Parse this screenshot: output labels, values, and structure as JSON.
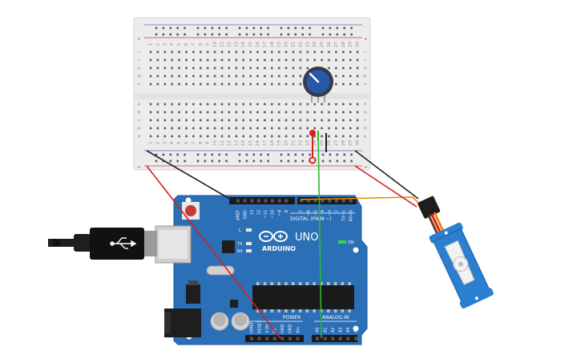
{
  "colors": {
    "board": "#2b6fb6",
    "board_dark": "#1f5a99",
    "breadboard": "#ececec",
    "rail_red": "#d23b3b",
    "rail_blue": "#5b6fb8",
    "wire_red": "#d81f1f",
    "wire_black": "#222222",
    "wire_green": "#2db82d",
    "wire_orange": "#f08a00",
    "servo_body": "#2a7fd0",
    "pot_blue": "#2a58a8"
  },
  "breadboard": {
    "row_letters_top": [
      "j",
      "i",
      "h",
      "g",
      "f"
    ],
    "row_letters_bottom": [
      "e",
      "d",
      "c",
      "b",
      "a"
    ],
    "column_numbers": [
      "1",
      "2",
      "3",
      "4",
      "5",
      "6",
      "7",
      "8",
      "9",
      "10",
      "11",
      "12",
      "13",
      "14",
      "15",
      "16",
      "17",
      "18",
      "19",
      "20",
      "21",
      "22",
      "23",
      "24",
      "25",
      "26",
      "27",
      "28",
      "29",
      "30"
    ],
    "plus": "+",
    "minus": "-"
  },
  "arduino": {
    "brand": "ARDUINO",
    "model": "UNO",
    "digital_label": "DIGITAL (PWM ~)",
    "power_label": "POWER",
    "analog_label": "ANALOG IN",
    "on_label": "ON",
    "led_labels": [
      "L",
      "TX",
      "RX"
    ],
    "top_header_pins": [
      "AREF",
      "GND",
      "13",
      "12",
      "~11",
      "~10",
      "~9",
      "8",
      "7",
      "~6",
      "~5",
      "4",
      "~3",
      "2",
      "TX→1",
      "RX←0"
    ],
    "power_pins": [
      "IOREF",
      "RESET",
      "3.3V",
      "5V",
      "GND",
      "GND",
      "Vin"
    ],
    "analog_pins": [
      "A0",
      "A1",
      "A2",
      "A3",
      "A4",
      "A5"
    ]
  }
}
